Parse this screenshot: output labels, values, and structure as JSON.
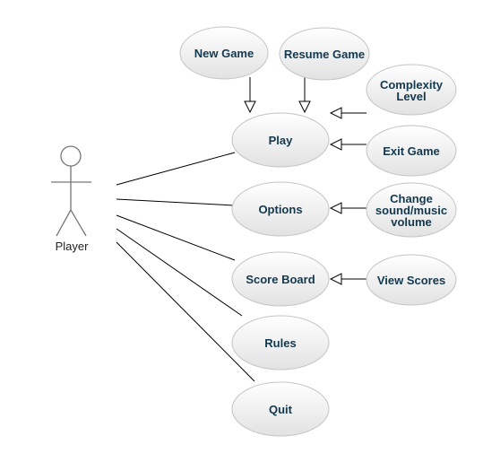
{
  "diagram": {
    "type": "use-case",
    "actor": {
      "label": "Player"
    },
    "use_cases": {
      "play": "Play",
      "options": "Options",
      "score_board": "Score Board",
      "rules": "Rules",
      "quit": "Quit",
      "new_game": "New Game",
      "resume_game": "Resume Game",
      "complexity_level": "Complexity Level",
      "exit_game": "Exit Game",
      "change_volume": "Change sound/music volume",
      "view_scores": "View Scores"
    },
    "associations": [
      [
        "Player",
        "Play"
      ],
      [
        "Player",
        "Options"
      ],
      [
        "Player",
        "Score Board"
      ],
      [
        "Player",
        "Rules"
      ],
      [
        "Player",
        "Quit"
      ]
    ],
    "generalizations": [
      [
        "New Game",
        "Play"
      ],
      [
        "Resume Game",
        "Play"
      ],
      [
        "Complexity Level",
        "Play"
      ],
      [
        "Exit Game",
        "Play"
      ],
      [
        "Change sound/music volume",
        "Options"
      ],
      [
        "View Scores",
        "Score Board"
      ]
    ],
    "colors": {
      "ellipse_fill_top": "#ffffff",
      "ellipse_fill_bottom": "#e4e4e4",
      "ellipse_stroke": "#c3c3c3",
      "text": "#13384e",
      "line": "#000000",
      "actor": "#777777"
    }
  }
}
